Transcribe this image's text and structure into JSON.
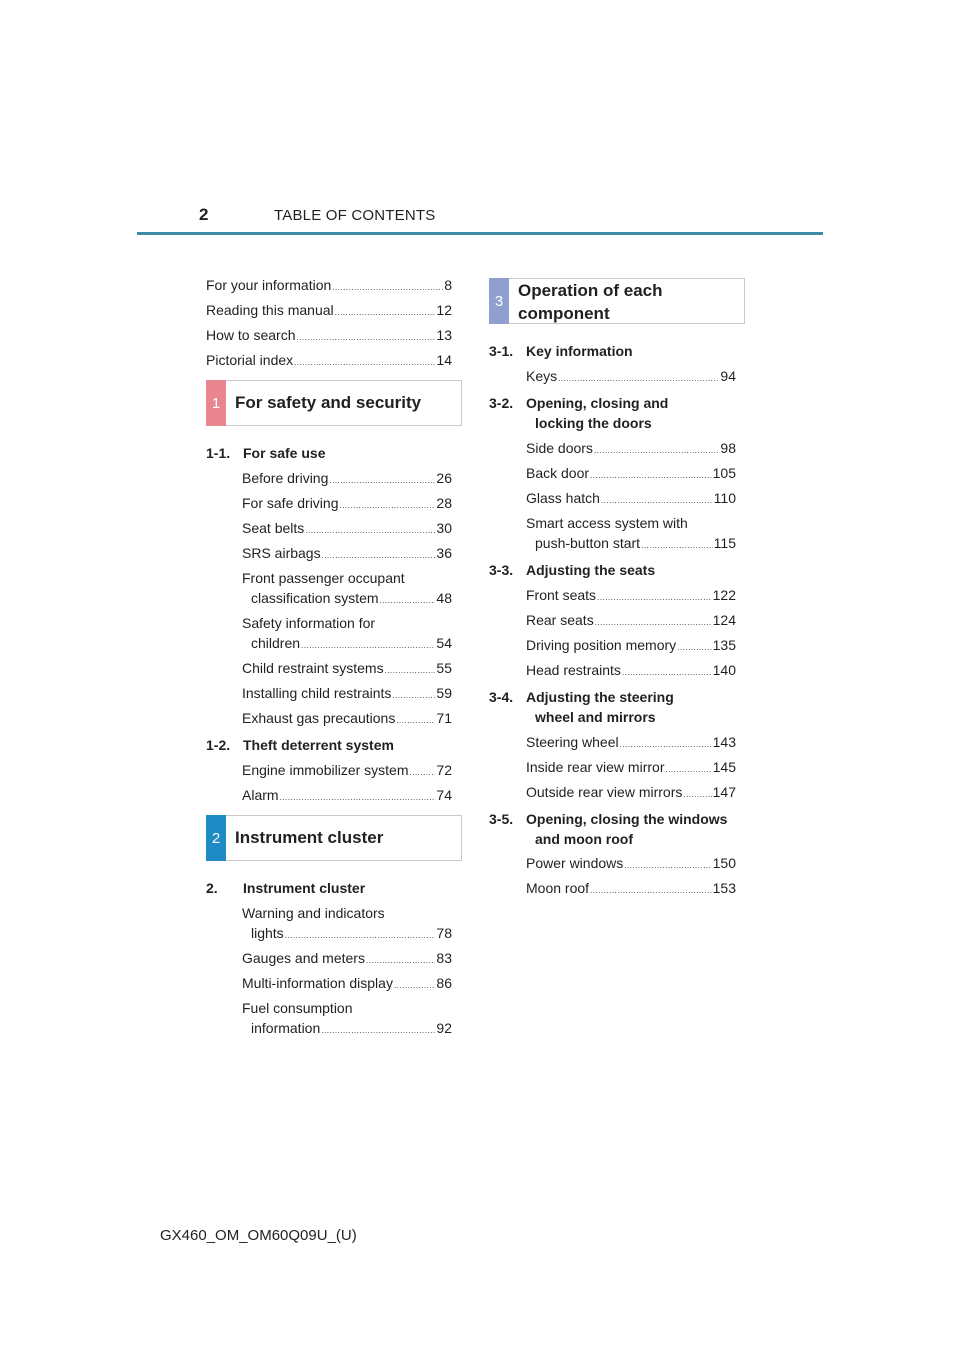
{
  "header": {
    "page_number": "2",
    "title": "TABLE OF CONTENTS"
  },
  "intro": [
    {
      "title": "For your information",
      "page": "8"
    },
    {
      "title": "Reading this manual",
      "page": "12"
    },
    {
      "title": "How to search",
      "page": "13"
    },
    {
      "title": "Pictorial index",
      "page": "14"
    }
  ],
  "chapters": [
    {
      "number": "1",
      "title": "For safety and security",
      "color": "#e8858e"
    },
    {
      "number": "2",
      "title": "Instrument cluster",
      "color": "#1f8bc4"
    },
    {
      "number": "3",
      "title_line1": "Operation of each",
      "title_line2": "component",
      "color": "#8fa0cf"
    }
  ],
  "sections": {
    "s1_1": {
      "number": "1-1.",
      "title": "For safe use",
      "entries": [
        {
          "title": "Before driving",
          "page": "26"
        },
        {
          "title": "For safe driving",
          "page": "28"
        },
        {
          "title": "Seat belts",
          "page": "30"
        },
        {
          "title": "SRS airbags",
          "page": "36"
        },
        {
          "line1": "Front passenger occupant",
          "title": "classification system",
          "page": "48"
        },
        {
          "line1": "Safety information for",
          "title": "children",
          "page": "54"
        },
        {
          "title": "Child restraint systems",
          "page": "55"
        },
        {
          "title": "Installing child restraints",
          "page": "59"
        },
        {
          "title": "Exhaust gas precautions",
          "page": "71"
        }
      ]
    },
    "s1_2": {
      "number": "1-2.",
      "title": "Theft deterrent system",
      "entries": [
        {
          "title": "Engine immobilizer system",
          "page": "72"
        },
        {
          "title": "Alarm",
          "page": "74"
        }
      ]
    },
    "s2": {
      "number": "2.",
      "title": "Instrument cluster",
      "entries": [
        {
          "line1": "Warning and indicators",
          "title": "lights",
          "page": "78"
        },
        {
          "title": "Gauges and meters",
          "page": "83"
        },
        {
          "title": "Multi-information display",
          "page": "86"
        },
        {
          "line1": "Fuel consumption",
          "title": "information",
          "page": "92"
        }
      ]
    },
    "s3_1": {
      "number": "3-1.",
      "title": "Key information",
      "entries": [
        {
          "title": "Keys",
          "page": "94"
        }
      ]
    },
    "s3_2": {
      "number": "3-2.",
      "title": "Opening, closing and",
      "title2": "locking the doors",
      "entries": [
        {
          "title": "Side doors",
          "page": "98"
        },
        {
          "title": "Back door",
          "page": "105"
        },
        {
          "title": "Glass hatch",
          "page": "110"
        },
        {
          "line1": "Smart access system with",
          "title": "push-button start",
          "page": "115"
        }
      ]
    },
    "s3_3": {
      "number": "3-3.",
      "title": "Adjusting the seats",
      "entries": [
        {
          "title": "Front seats",
          "page": "122"
        },
        {
          "title": "Rear seats",
          "page": "124"
        },
        {
          "title": "Driving position memory",
          "page": "135"
        },
        {
          "title": "Head restraints",
          "page": "140"
        }
      ]
    },
    "s3_4": {
      "number": "3-4.",
      "title": "Adjusting the steering",
      "title2": "wheel and mirrors",
      "entries": [
        {
          "title": "Steering wheel",
          "page": "143"
        },
        {
          "title": "Inside rear view mirror",
          "page": "145"
        },
        {
          "title": "Outside rear view mirrors",
          "page": "147"
        }
      ]
    },
    "s3_5": {
      "number": "3-5.",
      "title": "Opening, closing the windows",
      "title2": "and moon roof",
      "entries": [
        {
          "title": "Power windows",
          "page": "150"
        },
        {
          "title": "Moon roof",
          "page": "153"
        }
      ]
    }
  },
  "footer": {
    "code": "GX460_OM_OM60Q09U_(U)"
  }
}
